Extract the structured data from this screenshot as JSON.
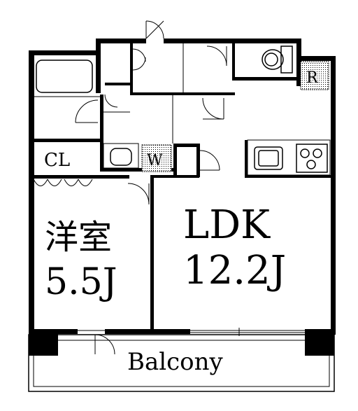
{
  "rooms": {
    "closet": "CL",
    "washer": "W",
    "refrigerator": "R",
    "western_room": {
      "name": "洋室",
      "size": "5.5J"
    },
    "ldk": {
      "name": "LDK",
      "size": "12.2J"
    },
    "balcony": "Balcony"
  },
  "colors": {
    "wall": "#000000",
    "background": "#ffffff",
    "hatch": "#000000"
  }
}
